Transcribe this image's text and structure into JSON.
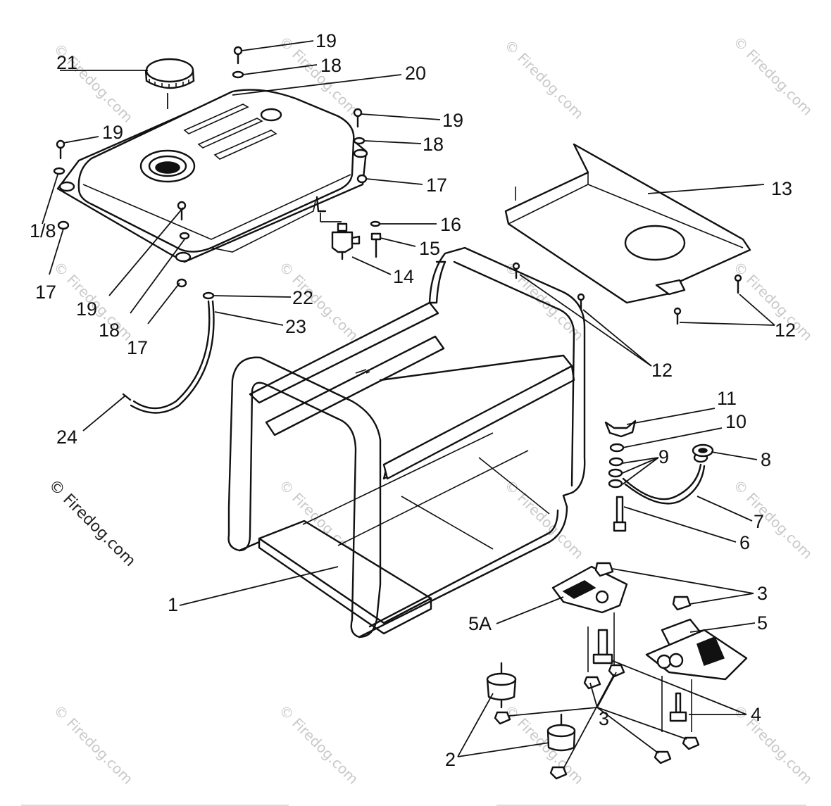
{
  "watermark": {
    "main": "© Firedog.com",
    "repeat": "© Firedog.com"
  },
  "callouts": [
    {
      "id": "c1",
      "text": "1"
    },
    {
      "id": "c2",
      "text": "2"
    },
    {
      "id": "c3a",
      "text": "3"
    },
    {
      "id": "c3b",
      "text": "3"
    },
    {
      "id": "c4",
      "text": "4"
    },
    {
      "id": "c5",
      "text": "5"
    },
    {
      "id": "c5a",
      "text": "5A"
    },
    {
      "id": "c6",
      "text": "6"
    },
    {
      "id": "c7",
      "text": "7"
    },
    {
      "id": "c8",
      "text": "8"
    },
    {
      "id": "c9",
      "text": "9"
    },
    {
      "id": "c10",
      "text": "10"
    },
    {
      "id": "c11",
      "text": "11"
    },
    {
      "id": "c12a",
      "text": "12"
    },
    {
      "id": "c12b",
      "text": "12"
    },
    {
      "id": "c13",
      "text": "13"
    },
    {
      "id": "c14",
      "text": "14"
    },
    {
      "id": "c15",
      "text": "15"
    },
    {
      "id": "c16",
      "text": "16"
    },
    {
      "id": "c17a",
      "text": "17"
    },
    {
      "id": "c17b",
      "text": "17"
    },
    {
      "id": "c17c",
      "text": "17"
    },
    {
      "id": "c18a",
      "text": "18"
    },
    {
      "id": "c18b",
      "text": "18"
    },
    {
      "id": "c18c",
      "text": "1/8"
    },
    {
      "id": "c18d",
      "text": "18"
    },
    {
      "id": "c19a",
      "text": "19"
    },
    {
      "id": "c19b",
      "text": "19"
    },
    {
      "id": "c19c",
      "text": "19"
    },
    {
      "id": "c19d",
      "text": "19"
    },
    {
      "id": "c20",
      "text": "20"
    },
    {
      "id": "c21",
      "text": "21"
    },
    {
      "id": "c22",
      "text": "22"
    },
    {
      "id": "c23",
      "text": "23"
    },
    {
      "id": "c24",
      "text": "24"
    }
  ]
}
